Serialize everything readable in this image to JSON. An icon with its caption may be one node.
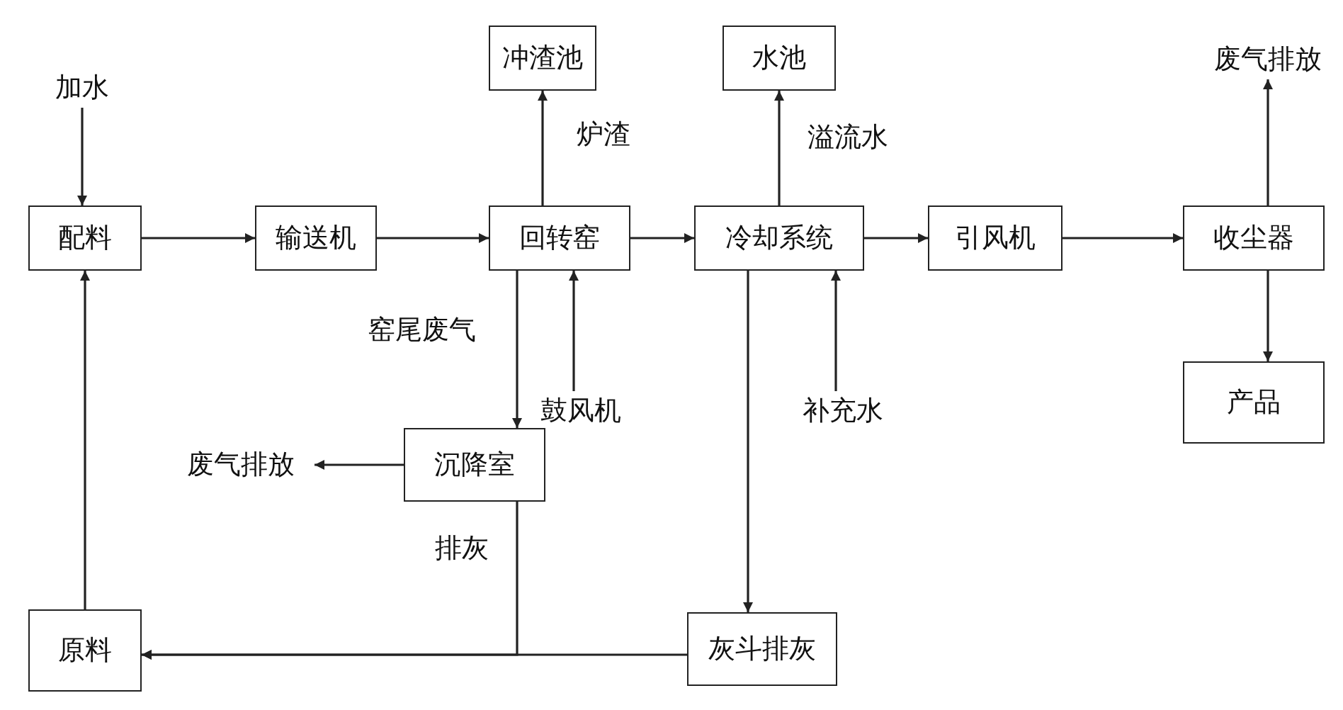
{
  "diagram": {
    "nodes": [
      {
        "text": [
          "加水"
        ]
      },
      {
        "text": [
          "配料"
        ]
      },
      {
        "text": [
          "输送机"
        ]
      },
      {
        "text": [
          "回转窑"
        ]
      },
      {
        "text": [
          "冲渣池"
        ]
      },
      {
        "text": [
          "冷却系统"
        ]
      },
      {
        "text": [
          "水池"
        ]
      },
      {
        "text": [
          "引风机"
        ]
      },
      {
        "text": [
          "收尘器"
        ]
      },
      {
        "text": [
          "废气排放"
        ]
      },
      {
        "text": [
          "产品"
        ]
      },
      {
        "text": [
          "鼓风机"
        ]
      },
      {
        "text": [
          "沉降室"
        ]
      },
      {
        "text": [
          "废气排放"
        ]
      },
      {
        "text": [
          "补充水"
        ]
      },
      {
        "text": [
          "原料"
        ]
      },
      {
        "text": [
          "灰斗排灰"
        ]
      }
    ],
    "edges": [
      {
        "from": 0,
        "to": 1,
        "arrow": "to"
      },
      {
        "from": 1,
        "to": 2,
        "arrow": "to"
      },
      {
        "from": 2,
        "to": 3,
        "arrow": "to"
      },
      {
        "from": 3,
        "to": 5,
        "arrow": "to"
      },
      {
        "from": 5,
        "to": 7,
        "arrow": "to"
      },
      {
        "from": 7,
        "to": 8,
        "arrow": "to"
      },
      {
        "from": 8,
        "to": 9,
        "arrow": "to"
      },
      {
        "from": 8,
        "to": 10,
        "arrow": "to"
      },
      {
        "from": 3,
        "to": 4,
        "arrow": "to",
        "label": "炉渣"
      },
      {
        "from": 5,
        "to": 6,
        "arrow": "to",
        "label": "溢流水"
      },
      {
        "from": 3,
        "to": 12,
        "arrow": "to",
        "label": "窑尾废气"
      },
      {
        "from": 11,
        "to": 3,
        "arrow": "to"
      },
      {
        "from": 14,
        "to": 5,
        "arrow": "to"
      },
      {
        "from": 12,
        "to": 13,
        "arrow": "to"
      },
      {
        "from": 12,
        "to": 15,
        "arrow": "to",
        "label": "排灰"
      },
      {
        "from": 5,
        "to": 16,
        "arrow": "to"
      },
      {
        "from": 16,
        "to": 15,
        "arrow": "to"
      },
      {
        "from": 15,
        "to": 1,
        "arrow": "to"
      }
    ]
  }
}
